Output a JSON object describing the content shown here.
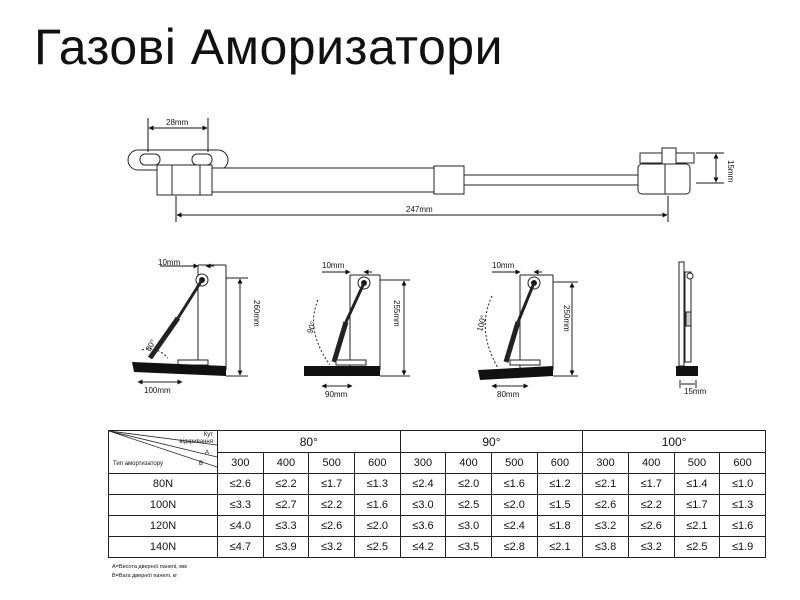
{
  "title": "Газові Аморизатори",
  "top_drawing": {
    "dim_mount": "28mm",
    "dim_length": "247mm",
    "dim_height": "15mm"
  },
  "views": [
    {
      "top": "10mm",
      "side": "260mm",
      "bottom": "100mm",
      "angle": "80°"
    },
    {
      "top": "10mm",
      "side": "255mm",
      "bottom": "90mm",
      "angle": "90°"
    },
    {
      "top": "10mm",
      "side": "250mm",
      "bottom": "80mm",
      "angle": "100°"
    },
    {
      "bottom": "15mm"
    }
  ],
  "table": {
    "corner_kut": "Кут",
    "corner_open": "відкривання",
    "corner_a": "A",
    "corner_b": "B",
    "corner_type": "Тип амортизатору",
    "angles": [
      "80°",
      "90°",
      "100°"
    ],
    "heights": [
      "300",
      "400",
      "500",
      "600"
    ],
    "rows": [
      {
        "type": "80N",
        "values": [
          "≤2.6",
          "≤2.2",
          "≤1.7",
          "≤1.3",
          "≤2.4",
          "≤2.0",
          "≤1.6",
          "≤1.2",
          "≤2.1",
          "≤1.7",
          "≤1.4",
          "≤1.0"
        ]
      },
      {
        "type": "100N",
        "values": [
          "≤3.3",
          "≤2.7",
          "≤2.2",
          "≤1.6",
          "≤3.0",
          "≤2.5",
          "≤2.0",
          "≤1.5",
          "≤2.6",
          "≤2.2",
          "≤1.7",
          "≤1.3"
        ]
      },
      {
        "type": "120N",
        "values": [
          "≤4.0",
          "≤3.3",
          "≤2.6",
          "≤2.0",
          "≤3.6",
          "≤3.0",
          "≤2.4",
          "≤1.8",
          "≤3.2",
          "≤2.6",
          "≤2.1",
          "≤1.6"
        ]
      },
      {
        "type": "140N",
        "values": [
          "≤4.7",
          "≤3.9",
          "≤3.2",
          "≤2.5",
          "≤4.2",
          "≤3.5",
          "≤2.8",
          "≤2.1",
          "≤3.8",
          "≤3.2",
          "≤2.5",
          "≤1.9"
        ]
      }
    ]
  },
  "notes": [
    "A=Висота дверної панелі, мм",
    "B=Вага дверної панелі, кг"
  ]
}
